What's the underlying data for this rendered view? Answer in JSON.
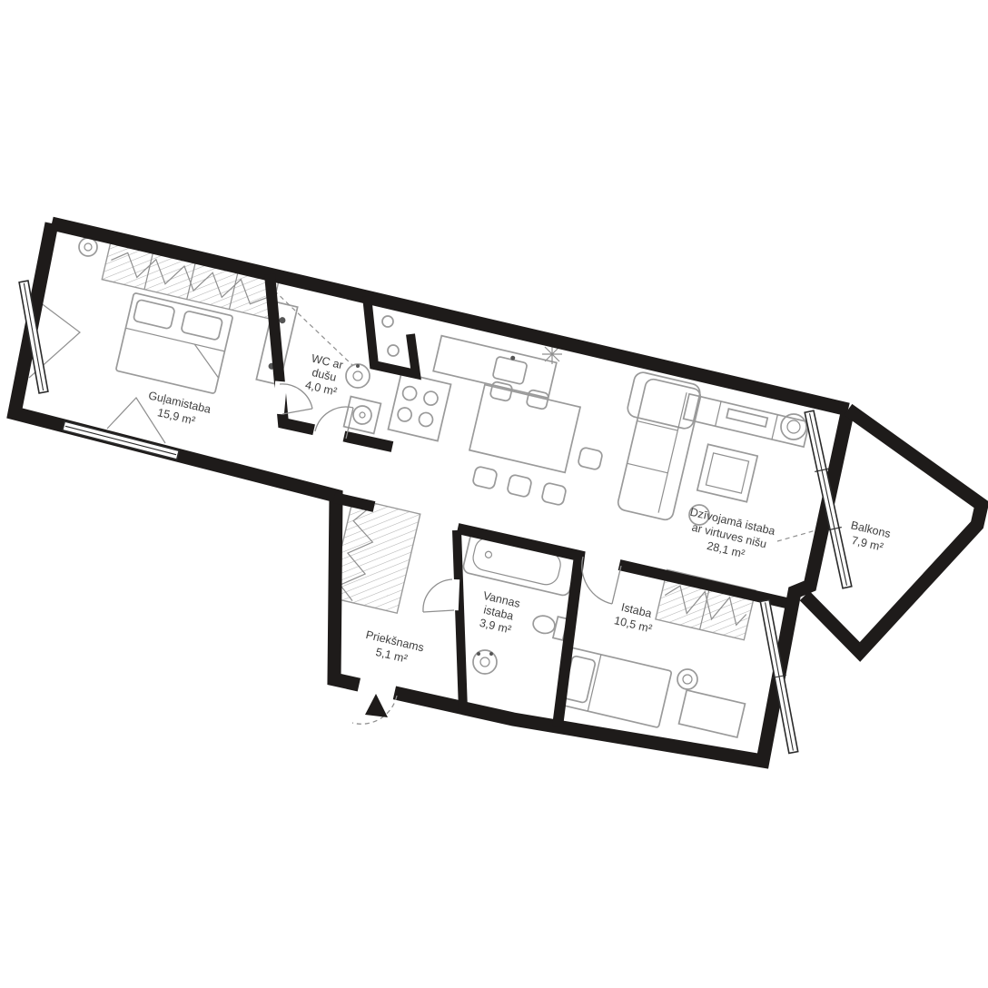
{
  "plan": {
    "type": "apartment-floor-plan",
    "colors": {
      "wall": "#1e1b1a",
      "furniture_stroke": "#9a9a9a",
      "label_text": "#3f3f3f",
      "background": "#ffffff"
    },
    "rooms": {
      "bedroom": {
        "name": "Guļamistaba",
        "area": "15,9 m²"
      },
      "wc": {
        "name_line1": "WC ar",
        "name_line2": "dušu",
        "area": "4,0 m²"
      },
      "living": {
        "name_line1": "Dzīvojamā istaba",
        "name_line2": "ar virtuves nišu",
        "area": "28,1 m²"
      },
      "balcony": {
        "name": "Balkons",
        "area": "7,9 m²"
      },
      "bathroom": {
        "name_line1": "Vannas",
        "name_line2": "istaba",
        "area": "3,9 m²"
      },
      "room": {
        "name": "Istaba",
        "area": "10,5 m²"
      },
      "hallway": {
        "name": "Priekšnams",
        "area": "5,1 m²"
      }
    }
  }
}
